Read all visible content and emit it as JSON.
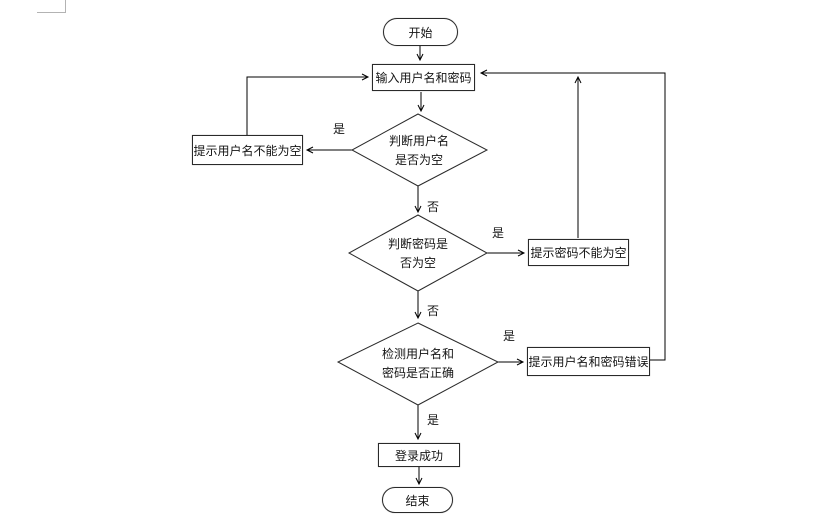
{
  "page": {
    "background": "#ffffff",
    "line_color": "#000000",
    "margin_marker_color": "#b3b3b3"
  },
  "flowchart": {
    "title": "login-flowchart",
    "nodes": {
      "start": {
        "type": "terminator",
        "label": "开始"
      },
      "input_credentials": {
        "type": "process",
        "label": "输入用户名和密码"
      },
      "check_username_empty": {
        "type": "decision",
        "lines": [
          "判断用户名",
          "是否为空"
        ]
      },
      "prompt_username_empty": {
        "type": "process",
        "label": "提示用户名不能为空"
      },
      "check_password_empty": {
        "type": "decision",
        "lines": [
          "判断密码是",
          "否为空"
        ]
      },
      "prompt_password_empty": {
        "type": "process",
        "label": "提示密码不能为空"
      },
      "check_credentials_correct": {
        "type": "decision",
        "lines": [
          "检测用户名和",
          "密码是否正确"
        ]
      },
      "prompt_credentials_error": {
        "type": "process",
        "label": "提示用户名和密码错误"
      },
      "login_success": {
        "type": "process",
        "label": "登录成功"
      },
      "end": {
        "type": "terminator",
        "label": "结束"
      }
    },
    "edge_labels": {
      "username_empty_yes": "是",
      "username_empty_no": "否",
      "password_empty_yes": "是",
      "password_empty_no": "否",
      "credentials_error_yes": "是",
      "credentials_correct_yes": "是"
    }
  }
}
